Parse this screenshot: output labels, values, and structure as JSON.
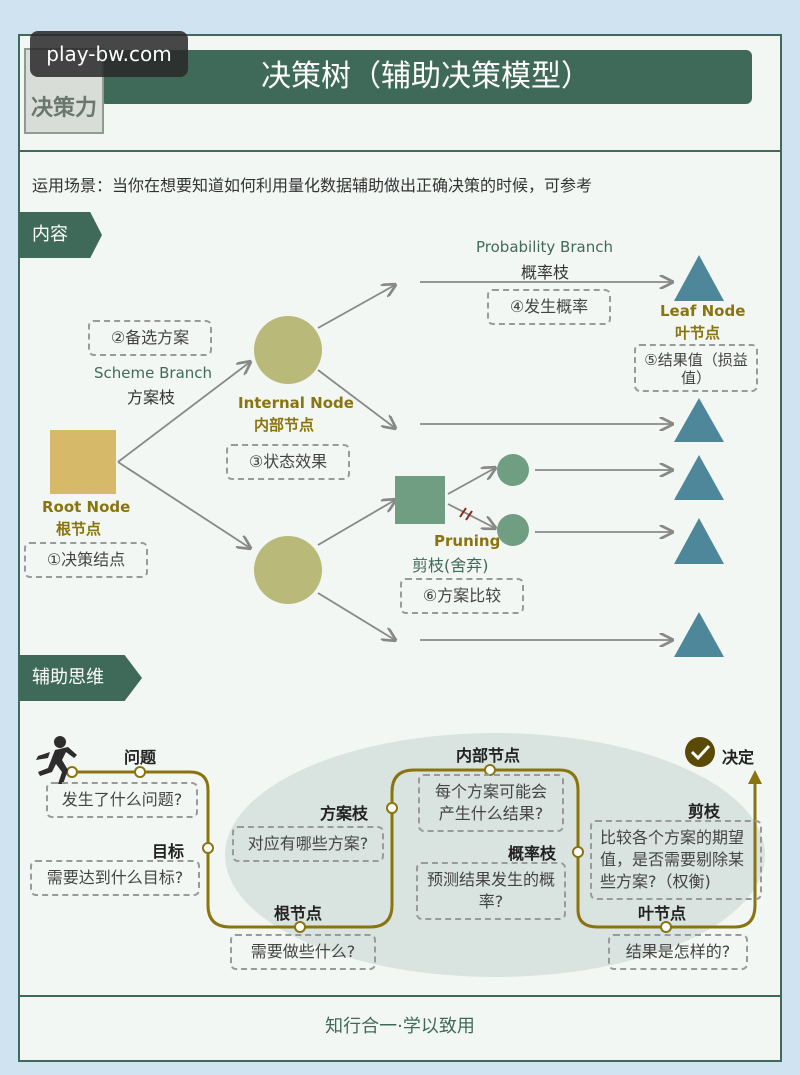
{
  "watermark": "play-bw.com",
  "logo_text": "决策力",
  "title": "决策树（辅助决策模型）",
  "scenario": "运用场景：当你在想要知道如何利用量化数据辅助做出正确决策的时候，可参考",
  "sections": {
    "content": "内容",
    "thinking": "辅助思维"
  },
  "tree": {
    "prob_branch_en": "Probability Branch",
    "prob_branch_zh": "概率枝",
    "prob_box": "④发生概率",
    "leaf_en": "Leaf Node",
    "leaf_zh": "叶节点",
    "leaf_box": "⑤结果值（损益值）",
    "scheme_box": "②备选方案",
    "scheme_en": "Scheme Branch",
    "scheme_zh": "方案枝",
    "internal_en": "Internal Node",
    "internal_zh": "内部节点",
    "internal_box": "③状态效果",
    "root_en": "Root Node",
    "root_zh": "根节点",
    "root_box": "①决策结点",
    "pruning_en": "Pruning",
    "pruning_zh": "剪枝(舍弃)",
    "pruning_box": "⑥方案比较"
  },
  "path": {
    "labels": {
      "question": "问题",
      "goal": "目标",
      "root": "根节点",
      "scheme": "方案枝",
      "internal": "内部节点",
      "prob": "概率枝",
      "leaf": "叶节点",
      "prune": "剪枝",
      "decide": "决定"
    },
    "boxes": {
      "question": "发生了什么问题?",
      "goal": "需要达到什么目标?",
      "root": "需要做些什么?",
      "scheme": "对应有哪些方案?",
      "internal": "每个方案可能会产生什么结果?",
      "prob": "预测结果发生的概率?",
      "leaf": "结果是怎样的?",
      "prune": "比较各个方案的期望值，是否需要剔除某些方案?（权衡)"
    }
  },
  "footer": "知行合一·学以致用",
  "colors": {
    "primary": "#3f6a59",
    "olive": "#b9b97a",
    "green": "#6f9e82",
    "teal": "#4f879a",
    "gold": "#8a7410"
  }
}
